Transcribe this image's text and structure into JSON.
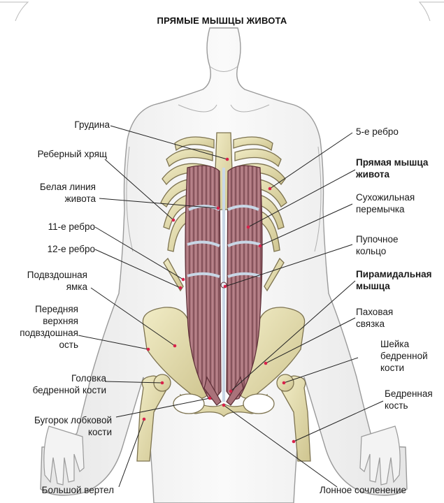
{
  "title": "ПРЯМЫЕ МЫШЦЫ ЖИВОТА",
  "labels_left": [
    {
      "id": "sternum",
      "lines": [
        "Грудина"
      ],
      "bold": false
    },
    {
      "id": "costal-cartilage",
      "lines": [
        "Реберный хрящ"
      ],
      "bold": false
    },
    {
      "id": "linea-alba",
      "lines": [
        "Белая линия",
        "живота"
      ],
      "bold": false
    },
    {
      "id": "rib-11",
      "lines": [
        "11-е ребро"
      ],
      "bold": false
    },
    {
      "id": "rib-12",
      "lines": [
        "12-е ребро"
      ],
      "bold": false
    },
    {
      "id": "iliac-fossa",
      "lines": [
        "Подвздошная",
        "ямка"
      ],
      "bold": false
    },
    {
      "id": "anterior-superior-iliac-spine",
      "lines": [
        "Передняя",
        "верхняя",
        "подвздошная",
        "ость"
      ],
      "bold": false
    },
    {
      "id": "femoral-head",
      "lines": [
        "Головка",
        "бедренной кости"
      ],
      "bold": false
    },
    {
      "id": "pubic-tubercle",
      "lines": [
        "Бугорок лобковой",
        "кости"
      ],
      "bold": false
    },
    {
      "id": "greater-trochanter",
      "lines": [
        "Большой вертел"
      ],
      "bold": false
    }
  ],
  "labels_right": [
    {
      "id": "rib-5",
      "lines": [
        "5-е ребро"
      ],
      "bold": false
    },
    {
      "id": "rectus-abdominis",
      "lines": [
        "Прямая мышца",
        "живота"
      ],
      "bold": true
    },
    {
      "id": "tendinous-intersection",
      "lines": [
        "Сухожильная",
        "перемычка"
      ],
      "bold": false
    },
    {
      "id": "umbilical-ring",
      "lines": [
        "Пупочное",
        "кольцо"
      ],
      "bold": false
    },
    {
      "id": "pyramidalis",
      "lines": [
        "Пирамидальная",
        "мышца"
      ],
      "bold": true
    },
    {
      "id": "inguinal-ligament",
      "lines": [
        "Паховая",
        "связка"
      ],
      "bold": false
    },
    {
      "id": "femoral-neck",
      "lines": [
        "Шейка",
        "бедренной",
        "кости"
      ],
      "bold": false
    },
    {
      "id": "femur",
      "lines": [
        "Бедренная",
        "кость"
      ],
      "bold": false
    },
    {
      "id": "pubic-symphysis",
      "lines": [
        "Лонное сочленение"
      ],
      "bold": false
    }
  ]
}
